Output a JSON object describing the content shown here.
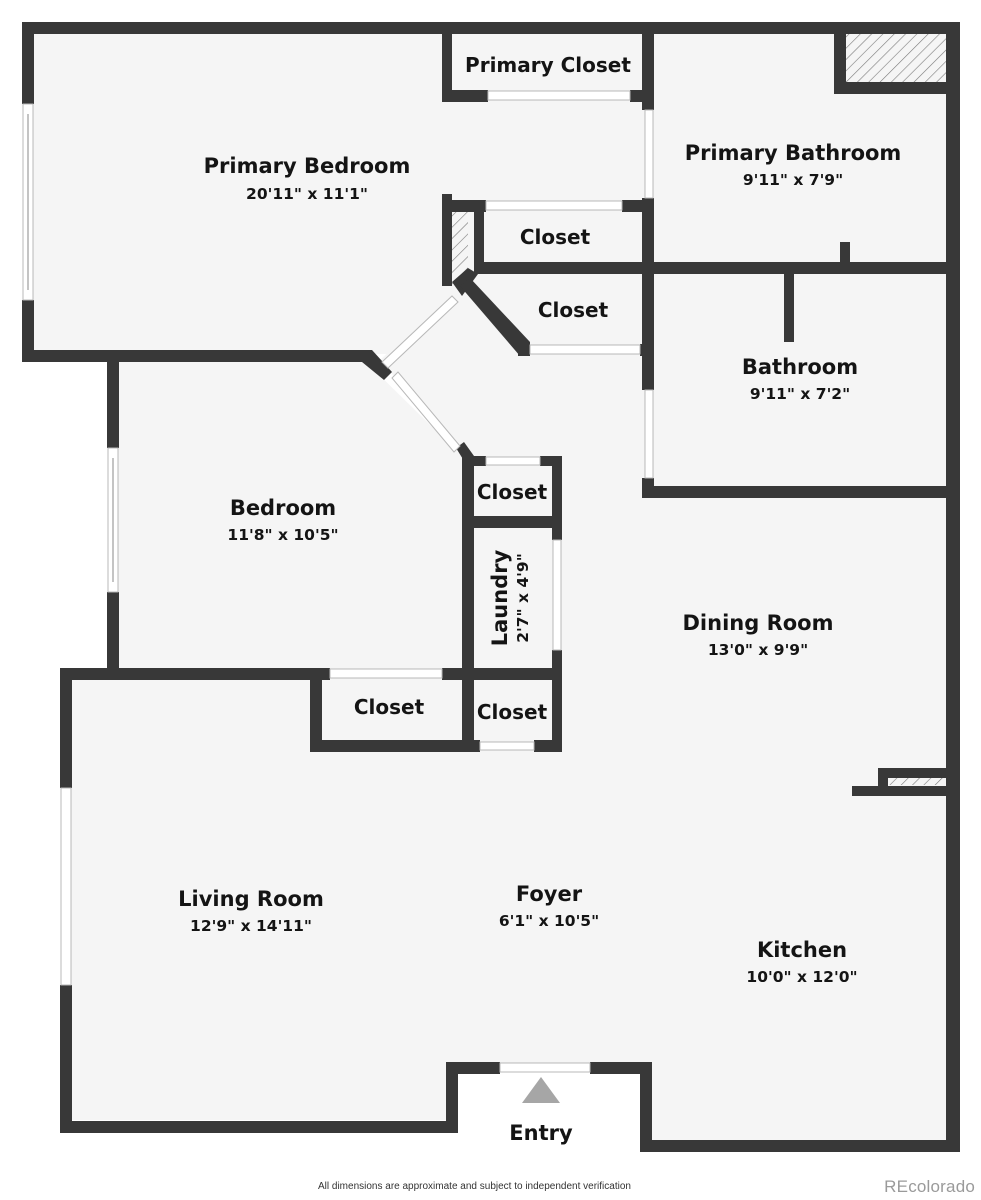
{
  "colors": {
    "wall": "#383838",
    "floor": "#f5f5f5",
    "entry_arrow": "#a6a6a6",
    "brand_text": "#9a9a9a"
  },
  "rooms": {
    "primary_bedroom": {
      "name": "Primary Bedroom",
      "dims": "20'11\" x 11'1\""
    },
    "primary_closet": {
      "name": "Primary Closet"
    },
    "primary_bathroom": {
      "name": "Primary Bathroom",
      "dims": "9'11\" x 7'9\""
    },
    "closet_upper": {
      "name": "Closet"
    },
    "closet_angled": {
      "name": "Closet"
    },
    "bathroom": {
      "name": "Bathroom",
      "dims": "9'11\" x 7'2\""
    },
    "bedroom": {
      "name": "Bedroom",
      "dims": "11'8\" x 10'5\""
    },
    "closet_bedroom": {
      "name": "Closet"
    },
    "laundry": {
      "name": "Laundry",
      "dims": "2'7\" x 4'9\""
    },
    "dining_room": {
      "name": "Dining Room",
      "dims": "13'0\" x 9'9\""
    },
    "closet_living": {
      "name": "Closet"
    },
    "closet_hall": {
      "name": "Closet"
    },
    "living_room": {
      "name": "Living Room",
      "dims": "12'9\" x 14'11\""
    },
    "foyer": {
      "name": "Foyer",
      "dims": "6'1\" x 10'5\""
    },
    "kitchen": {
      "name": "Kitchen",
      "dims": "10'0\" x 12'0\""
    },
    "entry": {
      "name": "Entry",
      "icon": "entry-arrow-icon"
    }
  },
  "footer": {
    "disclaimer": "All dimensions are approximate and subject to independent verification",
    "brand": "REcolorado"
  }
}
